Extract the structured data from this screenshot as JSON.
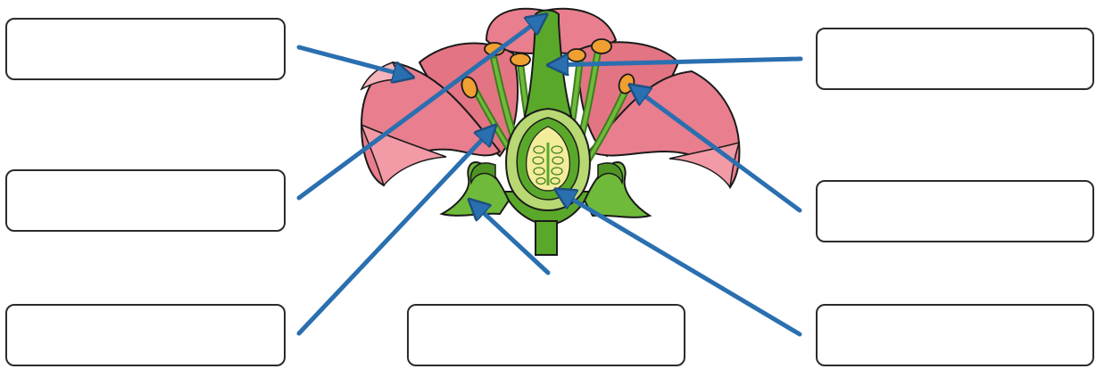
{
  "diagram": {
    "title": "",
    "subject": "flower-anatomy",
    "arrow_color": "#2a6fb0",
    "petal_color": "#e87e8e",
    "stem_color": "#5aa82a",
    "anther_color": "#f0a030"
  },
  "labels": [
    {
      "id": "petal",
      "text": ""
    },
    {
      "id": "stigma",
      "text": ""
    },
    {
      "id": "filament",
      "text": ""
    },
    {
      "id": "style",
      "text": ""
    },
    {
      "id": "anther",
      "text": ""
    },
    {
      "id": "ovary",
      "text": ""
    },
    {
      "id": "sepal",
      "text": ""
    }
  ]
}
